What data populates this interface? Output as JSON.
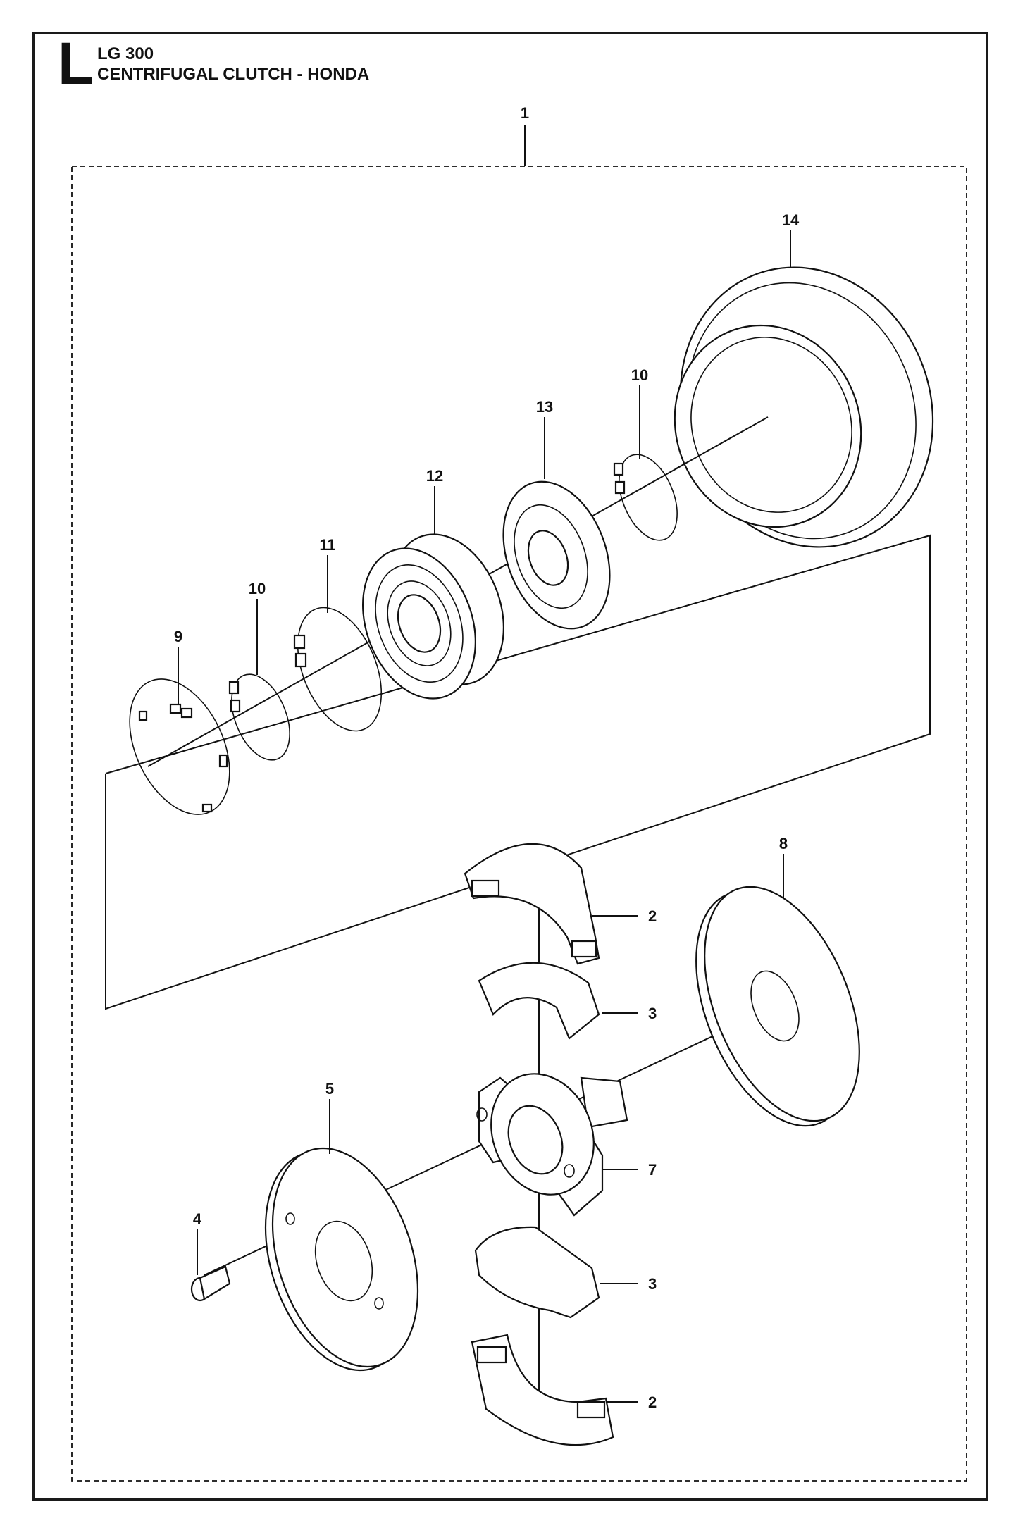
{
  "header": {
    "section_letter": "L",
    "model": "LG 300",
    "title": "CENTRIFUGAL CLUTCH - HONDA"
  },
  "callouts": {
    "assembly": "1",
    "shoe_top": "2",
    "shoe_bottom": "2",
    "spring_top": "3",
    "spring_bottom": "3",
    "screw": "4",
    "plate": "5",
    "hub": "7",
    "washer": "8",
    "lock_washer": "9",
    "circlip_left": "10",
    "circlip_right": "10",
    "circlip_large": "11",
    "bearing": "12",
    "spacer": "13",
    "drum": "14"
  }
}
